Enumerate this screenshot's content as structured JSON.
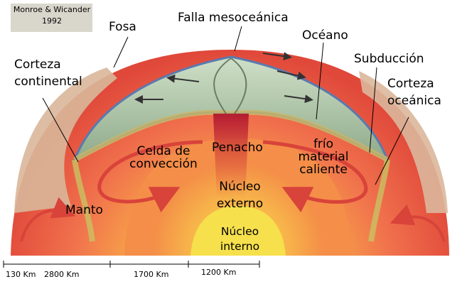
{
  "credit": {
    "author": "Monroe & Wicander",
    "year": "1992"
  },
  "labels": {
    "trench": "Fosa",
    "ridge": "Falla mesoceánica",
    "ocean": "Océano",
    "subduction": "Subducción",
    "continental_crust": [
      "Corteza",
      "continental"
    ],
    "oceanic_crust": [
      "Corteza",
      "oceánica"
    ],
    "convection_cell": [
      "Celda de",
      "convección"
    ],
    "plume": "Penacho",
    "cold_hot": [
      "frío",
      "material",
      "caliente"
    ],
    "outer_core": [
      "Núcleo",
      "externo"
    ],
    "inner_core": [
      "Núcleo",
      "interno"
    ],
    "mantle": "Manto"
  },
  "scale": {
    "segments": [
      "130 Km",
      "2800 Km",
      "1700 Km",
      "1200 Km"
    ]
  },
  "colors": {
    "mantle_outer": "#e04436",
    "mantle_inner": "#f27a52",
    "outer_core": "#f7a04a",
    "inner_core": "#f5e04a",
    "ocean_crust": "#a9c6a0",
    "continental": "#d9b79a",
    "arrow": "#d8433a"
  }
}
